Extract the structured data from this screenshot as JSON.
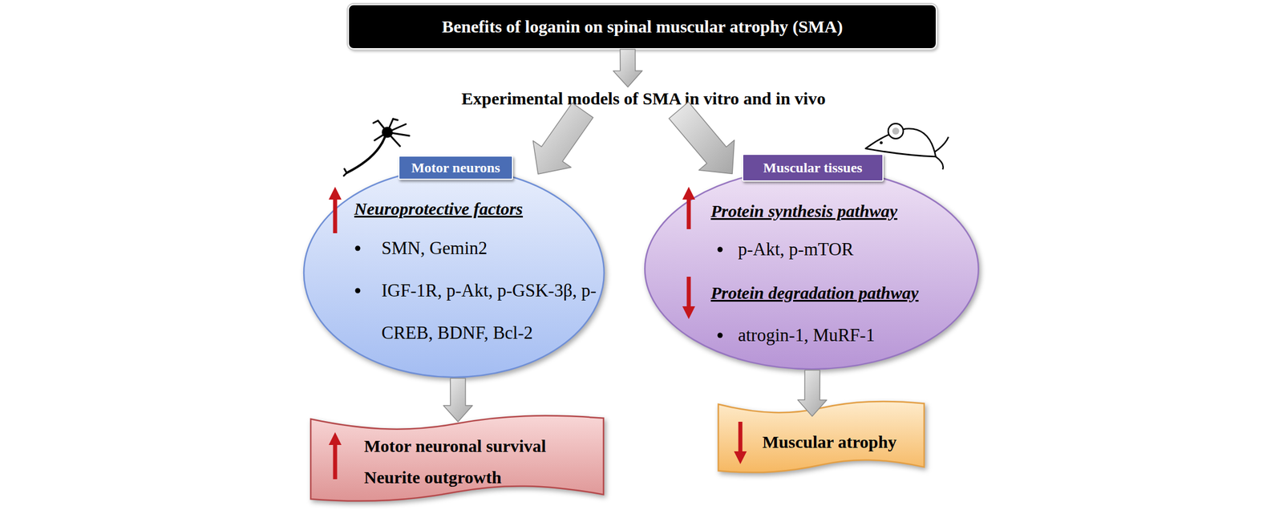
{
  "diagram": {
    "nodes": [
      {
        "text": [
          "Benefits of loganin on spinal muscular atrophy (SMA)"
        ]
      },
      {
        "text": [
          "Experimental models of SMA in vitro and in vivo"
        ]
      },
      {
        "text": [
          "Motor neurons"
        ]
      },
      {
        "text": [
          "Neuroprotective factors",
          "SMN, Gemin2",
          "IGF-1R, p-Akt, p-GSK-3β, p-CREB, BDNF, Bcl-2"
        ]
      },
      {
        "text": [
          "Muscular tissues"
        ]
      },
      {
        "text": [
          "Protein synthesis pathway",
          "p-Akt, p-mTOR",
          "Protein degradation pathway",
          "atrogin-1, MuRF-1"
        ]
      },
      {
        "text": [
          "Motor neuronal survival",
          "Neurite outgrowth"
        ]
      },
      {
        "text": [
          "Muscular atrophy"
        ]
      }
    ],
    "edges": [
      {
        "from": 0,
        "to": 1,
        "arrow": "to"
      },
      {
        "from": 1,
        "to": 3,
        "arrow": "to"
      },
      {
        "from": 1,
        "to": 5,
        "arrow": "to"
      },
      {
        "from": 3,
        "to": 6,
        "arrow": "to"
      },
      {
        "from": 5,
        "to": 7,
        "arrow": "to"
      }
    ]
  }
}
